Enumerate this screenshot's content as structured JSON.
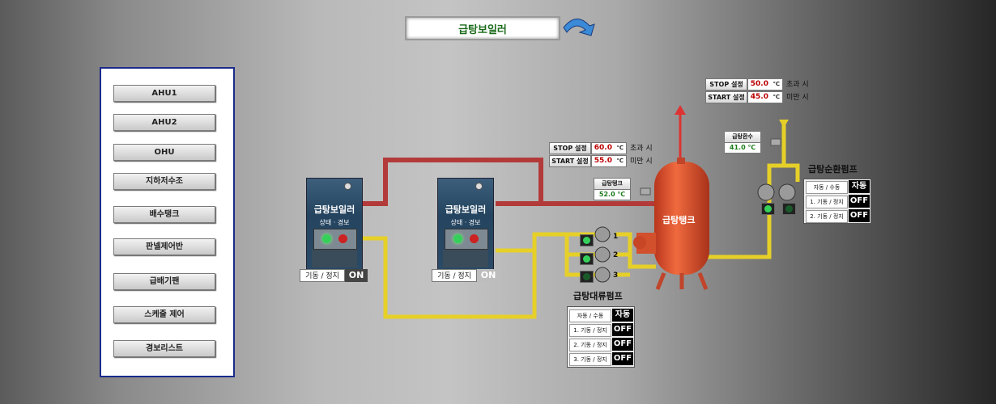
{
  "title": "급탕보일러",
  "menu": [
    "AHU1",
    "AHU2",
    "OHU",
    "지하저수조",
    "배수탱크",
    "판넬제어반",
    "급배기팬",
    "스케줄 제어",
    "경보리스트"
  ],
  "boilers": [
    {
      "name": "급탕보일러",
      "status_label": "상태 · 경보",
      "ctl_label": "기동 / 정지",
      "ctl_value": "ON",
      "ctl_color": "#444444"
    },
    {
      "name": "급탕보일러",
      "status_label": "상태 · 경보",
      "ctl_label": "기동 / 정지",
      "ctl_value": "ON",
      "ctl_color": "#bdbdbd"
    }
  ],
  "tank": {
    "label": "급탕탱크",
    "temp_tag": "급탕탱크",
    "temp_value": "52.0 ℃"
  },
  "tank_setpoints": [
    {
      "key": "STOP 설정",
      "value": "60.0",
      "unit": "℃",
      "note": "초과 시"
    },
    {
      "key": "START 설정",
      "value": "55.0",
      "unit": "℃",
      "note": "미만 시"
    }
  ],
  "return_setpoints": [
    {
      "key": "STOP 설정",
      "value": "50.0",
      "unit": "℃",
      "note": "초과 시"
    },
    {
      "key": "START 설정",
      "value": "45.0",
      "unit": "℃",
      "note": "미만 시"
    }
  ],
  "return_temp": {
    "tag": "급탕환수",
    "value": "41.0 ℃"
  },
  "circ_pump": {
    "caption": "급탕순환펌프",
    "rows": [
      {
        "label": "자동 / 수동",
        "value": "자동"
      },
      {
        "label": "1. 기동 / 정지",
        "value": "OFF"
      },
      {
        "label": "2. 기동 / 정지",
        "value": "OFF"
      }
    ]
  },
  "conv_pump": {
    "caption": "급탕대류펌프",
    "numbers": [
      "1",
      "2",
      "3"
    ],
    "rows": [
      {
        "label": "자동 / 수동",
        "value": "자동"
      },
      {
        "label": "1. 기동 / 정지",
        "value": "OFF"
      },
      {
        "label": "2. 기동 / 정지",
        "value": "OFF"
      },
      {
        "label": "3. 기동 / 정지",
        "value": "OFF"
      }
    ]
  },
  "colors": {
    "hot_pipe": "#b33a3a",
    "cold_pipe": "#e6d028",
    "tank": "#e0532c",
    "lamp_green": "#35d05a",
    "lamp_red": "#c22"
  }
}
